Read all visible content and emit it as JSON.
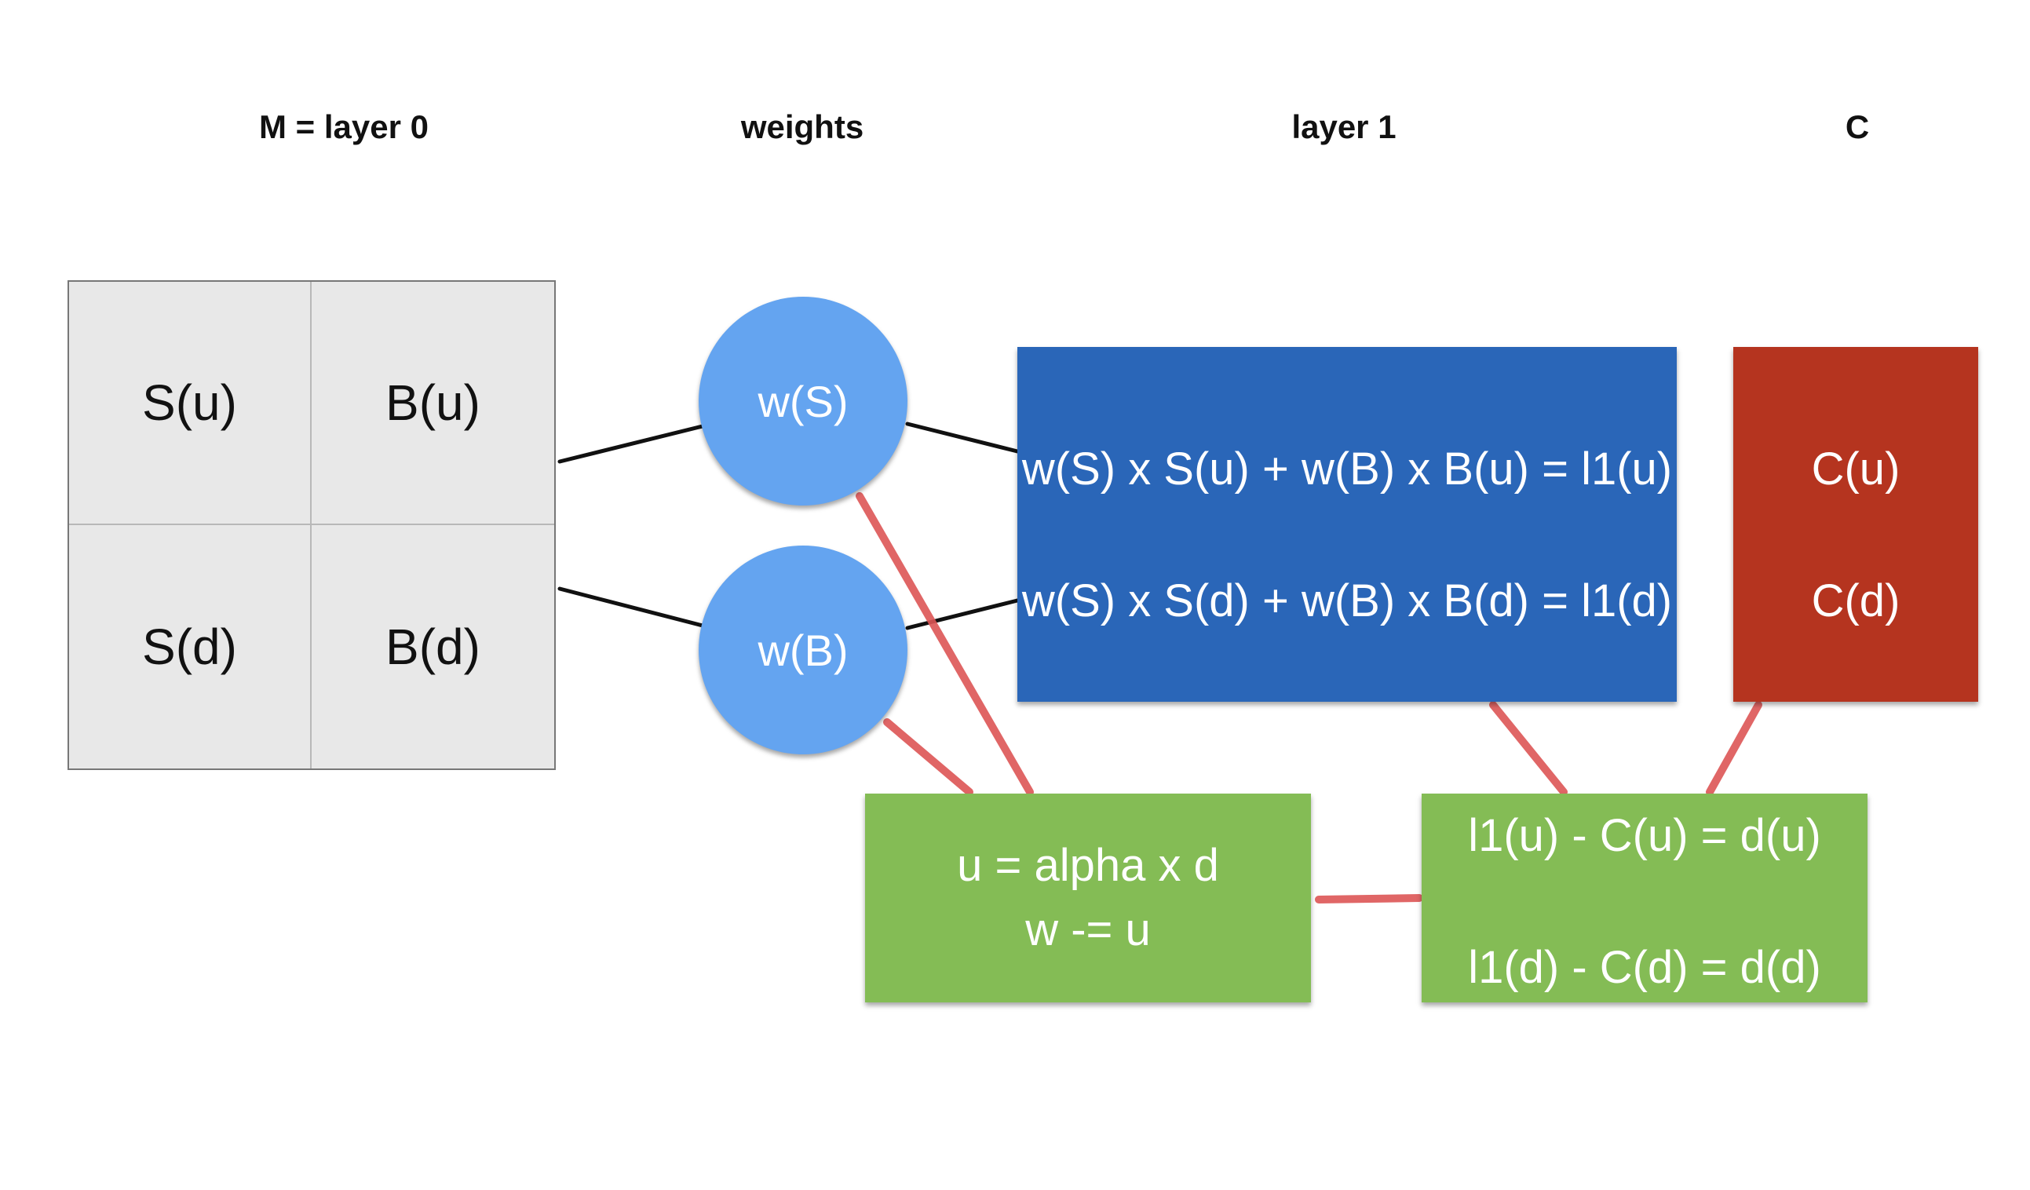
{
  "headers": {
    "layer0": "M = layer 0",
    "weights": "weights",
    "layer1": "layer 1",
    "c": "C"
  },
  "matrix": {
    "cells": [
      "S(u)",
      "B(u)",
      "S(d)",
      "B(d)"
    ],
    "color": "#e8e8e8"
  },
  "weights": {
    "ws": "w(S)",
    "wb": "w(B)",
    "color": "#64a4f0"
  },
  "layer1": {
    "line1": "w(S) x S(u) + w(B) x B(u) = l1(u)",
    "line2": "w(S) x S(d) + w(B) x B(d) = l1(d)",
    "color": "#2a66b8"
  },
  "c": {
    "line1": "C(u)",
    "line2": "C(d)",
    "color": "#b5341f"
  },
  "update": {
    "line1": "u = alpha x d",
    "line2": "w -= u",
    "color": "#84bc55"
  },
  "delta": {
    "line1": "l1(u) - C(u) = d(u)",
    "line2": "l1(d) - C(d) = d(d)",
    "color": "#84bc55"
  },
  "connector_colors": {
    "forward": "#111111",
    "backprop": "#dd5555"
  }
}
